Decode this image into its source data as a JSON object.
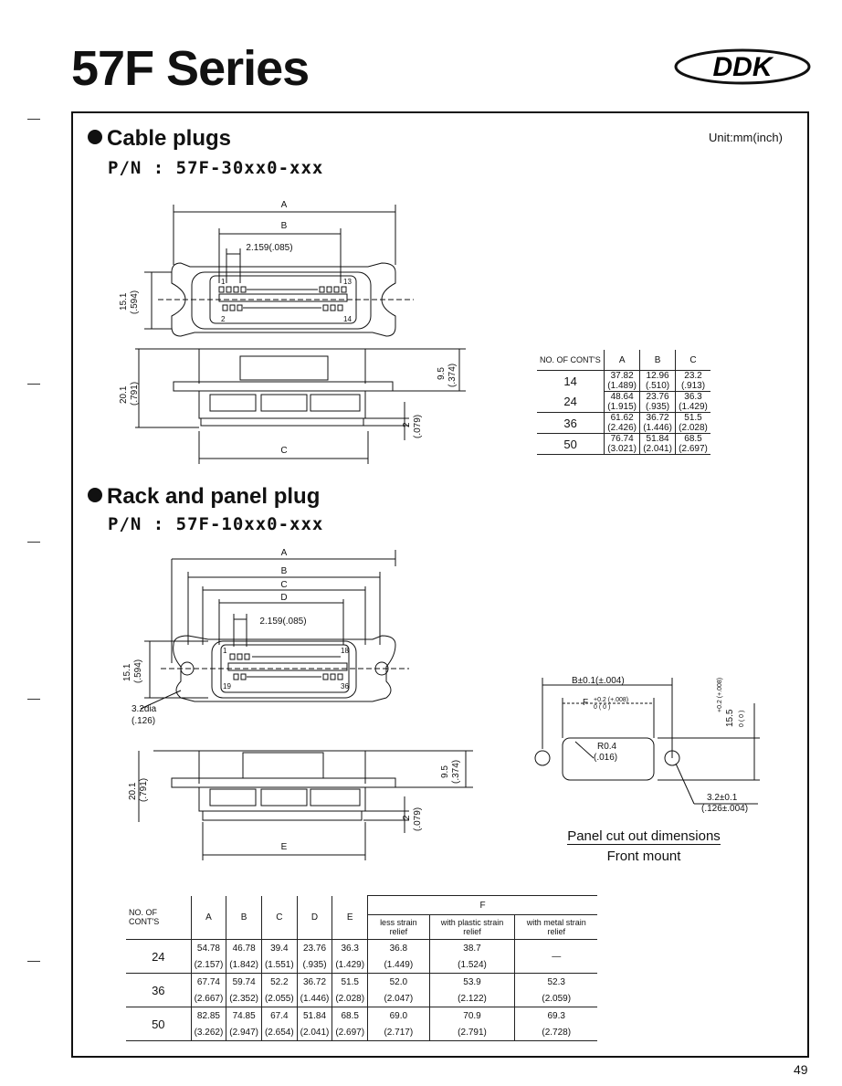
{
  "header": {
    "title": "57F Series",
    "logo_text": "DDK"
  },
  "unit": "Unit:mm(inch)",
  "cable": {
    "title": "Cable plugs",
    "pn": "P/N : 57F-30xx0-xxx",
    "labels": {
      "A": "A",
      "B": "B",
      "C": "C",
      "pitch": "2.159(.085)",
      "h1": "15.1",
      "h1i": "(.594)",
      "h2": "20.1",
      "h2i": "(.791)",
      "h3": "9.5",
      "h3i": "(.374)",
      "h4": "2",
      "h4i": "(.079)",
      "pin1": "1",
      "pin2": "2",
      "pin3": "13",
      "pin4": "14"
    },
    "table": {
      "headers": [
        "NO. OF CONT'S",
        "A",
        "B",
        "C"
      ],
      "rows": [
        {
          "n": "14",
          "a": "37.82",
          "ai": "(1.489)",
          "b": "12.96",
          "bi": "(.510)",
          "c": "23.2",
          "ci": "(.913)"
        },
        {
          "n": "24",
          "a": "48.64",
          "ai": "(1.915)",
          "b": "23.76",
          "bi": "(.935)",
          "c": "36.3",
          "ci": "(1.429)"
        },
        {
          "n": "36",
          "a": "61.62",
          "ai": "(2.426)",
          "b": "36.72",
          "bi": "(1.446)",
          "c": "51.5",
          "ci": "(2.028)"
        },
        {
          "n": "50",
          "a": "76.74",
          "ai": "(3.021)",
          "b": "51.84",
          "bi": "(2.041)",
          "c": "68.5",
          "ci": "(2.697)"
        }
      ]
    }
  },
  "rack": {
    "title": "Rack and panel plug",
    "pn": "P/N : 57F-10xx0-xxx",
    "labels": {
      "A": "A",
      "B": "B",
      "C": "C",
      "D": "D",
      "E": "E",
      "pitch": "2.159(.085)",
      "h1": "15.1",
      "h1i": "(.594)",
      "hole": "3.2dia",
      "holei": "(.126)",
      "h2": "20.1",
      "h2i": "(.791)",
      "h3": "9.5",
      "h3i": "(.374)",
      "h4": "2",
      "h4i": "(.079)",
      "pin1": "1",
      "pin2": "18",
      "pin3": "19",
      "pin4": "36"
    },
    "panel": {
      "b": "B±0.1(±.004)",
      "f": "F",
      "ftol": "+0.2 (+.008)",
      "ftol2": "0 ( 0 )",
      "h": "15.5",
      "htol": "+0.2 (+.008)",
      "htol2": "0 ( 0 )",
      "r": "R0.4",
      "ri": "(.016)",
      "hole": "3.2±0.1",
      "holei": "(.126±.004)",
      "caption1": "Panel cut out dimensions",
      "caption2": "Front mount"
    },
    "table": {
      "headers": [
        "NO. OF CONT'S",
        "A",
        "B",
        "C",
        "D",
        "E",
        "F"
      ],
      "f_sub": [
        "less strain relief",
        "with plastic strain relief",
        "with metal strain relief"
      ],
      "rows": [
        {
          "n": "24",
          "a": "54.78",
          "ai": "(2.157)",
          "b": "46.78",
          "bi": "(1.842)",
          "c": "39.4",
          "ci": "(1.551)",
          "d": "23.76",
          "di": "(.935)",
          "e": "36.3",
          "ei": "(1.429)",
          "f1": "36.8",
          "f1i": "(1.449)",
          "f2": "38.7",
          "f2i": "(1.524)",
          "f3": "—",
          "f3i": ""
        },
        {
          "n": "36",
          "a": "67.74",
          "ai": "(2.667)",
          "b": "59.74",
          "bi": "(2.352)",
          "c": "52.2",
          "ci": "(2.055)",
          "d": "36.72",
          "di": "(1.446)",
          "e": "51.5",
          "ei": "(2.028)",
          "f1": "52.0",
          "f1i": "(2.047)",
          "f2": "53.9",
          "f2i": "(2.122)",
          "f3": "52.3",
          "f3i": "(2.059)"
        },
        {
          "n": "50",
          "a": "82.85",
          "ai": "(3.262)",
          "b": "74.85",
          "bi": "(2.947)",
          "c": "67.4",
          "ci": "(2.654)",
          "d": "51.84",
          "di": "(2.041)",
          "e": "68.5",
          "ei": "(2.697)",
          "f1": "69.0",
          "f1i": "(2.717)",
          "f2": "70.9",
          "f2i": "(2.791)",
          "f3": "69.3",
          "f3i": "(2.728)"
        }
      ]
    }
  },
  "page_number": "49"
}
